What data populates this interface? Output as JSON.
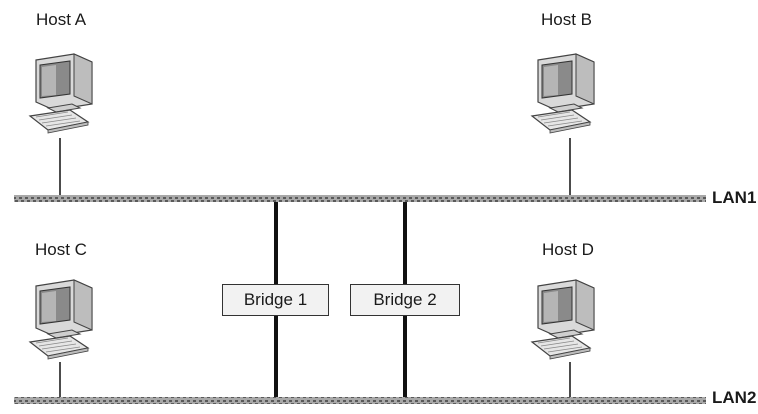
{
  "hosts": [
    {
      "label": "Host A",
      "lan": "LAN1"
    },
    {
      "label": "Host B",
      "lan": "LAN1"
    },
    {
      "label": "Host C",
      "lan": "LAN2"
    },
    {
      "label": "Host D",
      "lan": "LAN2"
    }
  ],
  "lans": [
    {
      "label": "LAN1"
    },
    {
      "label": "LAN2"
    }
  ],
  "bridges": [
    {
      "label": "Bridge 1",
      "connects": [
        "LAN1",
        "LAN2"
      ]
    },
    {
      "label": "Bridge 2",
      "connects": [
        "LAN1",
        "LAN2"
      ]
    }
  ],
  "icons": {
    "host": "desktop-computer-icon"
  },
  "colors": {
    "cable": "#9a9a9a",
    "cable_pattern": "#555555",
    "link": "#111111",
    "bridge_fill": "#f2f2f2"
  }
}
